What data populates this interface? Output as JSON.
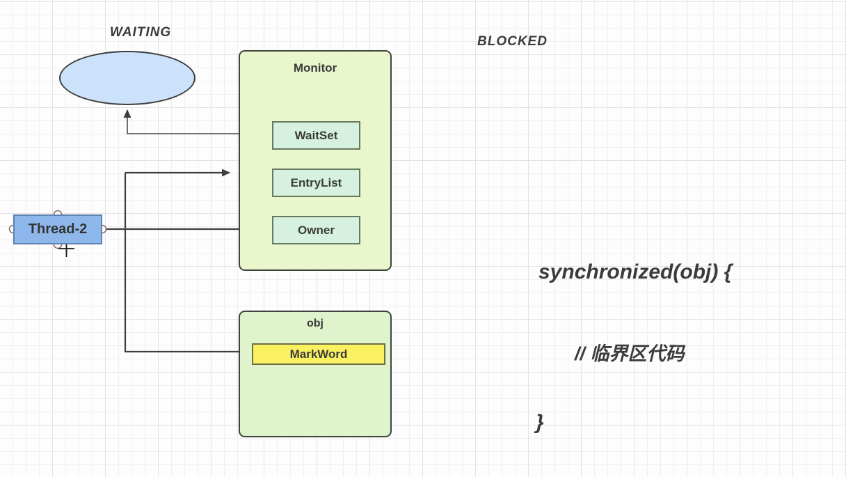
{
  "diagram": {
    "waiting_label": "WAITING",
    "blocked_label": "BLOCKED",
    "monitor": {
      "title": "Monitor",
      "items": [
        {
          "label": "WaitSet"
        },
        {
          "label": "EntryList"
        },
        {
          "label": "Owner"
        }
      ]
    },
    "thread": {
      "label": "Thread-2"
    },
    "obj": {
      "title": "obj",
      "markword_label": "MarkWord"
    },
    "code": {
      "line1": "synchronized(obj) {",
      "line2": "// 临界区代码",
      "line3": "}"
    },
    "colors": {
      "ellipse_fill": "#cbe2fa",
      "monitor_fill": "#eaf6cb",
      "inner_box_fill": "#d6f1df",
      "thread_fill": "#8eb8ec",
      "obj_fill": "#dff3cd",
      "markword_fill": "#faf160",
      "connector": "#3f3f3f",
      "text": "#3b3b3b"
    }
  }
}
